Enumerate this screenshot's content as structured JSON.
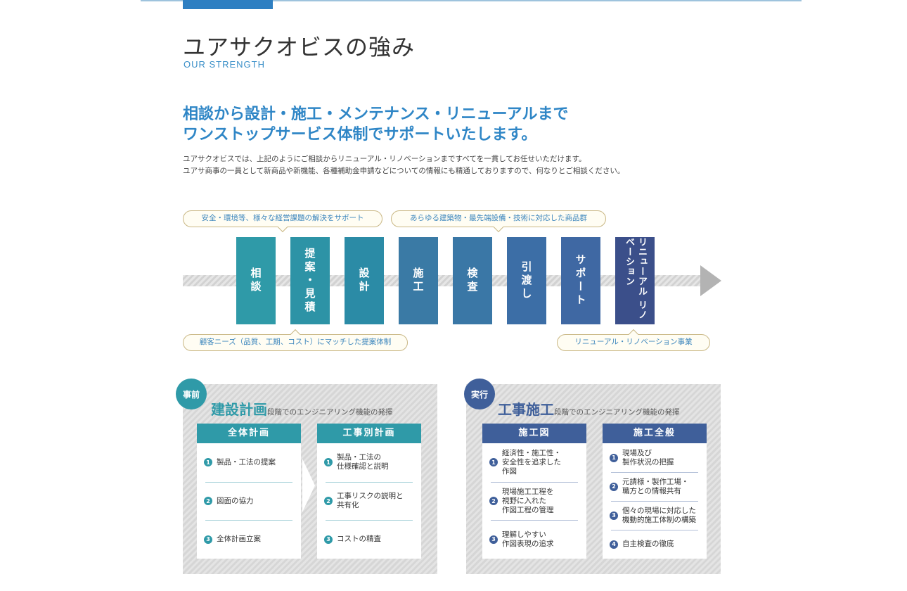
{
  "header": {
    "title": "ユアサクオビスの強み",
    "subtitle": "OUR STRENGTH"
  },
  "headline": {
    "line1": "相談から設計・施工・メンテナンス・リニューアルまで",
    "line2": "ワンストップサービス体制でサポートいたします。"
  },
  "intro": {
    "line1": "ユアサクオビスでは、上記のようにご相談からリニューアル・リノベーションまですべてを一貫してお任せいただけます。",
    "line2": "ユアサ商事の一員として新商品や新機能、各種補助金申請などについての情報にも精通しておりますので、何なりとご相談ください。"
  },
  "callouts": {
    "top_left": "安全・環境等、様々な経営課題の解決をサポート",
    "top_right": "あらゆる建築物・最先端設備・技術に対応した商品群",
    "bottom_left": "顧客ニーズ（品質、工期、コスト）にマッチした提案体制",
    "bottom_right": "リニューアル・リノベーション事業"
  },
  "steps": [
    {
      "label": "相談",
      "color": "#2f9aa8"
    },
    {
      "label": "提案・見積",
      "color": "#2d93a6"
    },
    {
      "label": "設計",
      "color": "#2b8ba6"
    },
    {
      "label": "施工",
      "color": "#3a7aa5"
    },
    {
      "label": "検査",
      "color": "#3a77a6"
    },
    {
      "label": "引渡し",
      "color": "#3c6ea6"
    },
    {
      "label": "サポート",
      "color": "#3f68a3"
    },
    {
      "label": "リニューアル リノベーション",
      "color": "#3b4f8a"
    }
  ],
  "pre_phase": {
    "badge": "事前",
    "title": "建設計画",
    "title_suffix": "段階でのエンジニアリング機能の発揮",
    "cards": [
      {
        "heading": "全体計画",
        "items": [
          "製品・工法の提案",
          "図面の協力",
          "全体計画立案"
        ]
      },
      {
        "heading": "工事別計画",
        "items": [
          "製品・工法の\n仕様確認と説明",
          "工事リスクの説明と\n共有化",
          "コストの精査"
        ]
      }
    ]
  },
  "exec_phase": {
    "badge": "実行",
    "title": "工事施工",
    "title_suffix": "段階でのエンジニアリング機能の発揮",
    "cards": [
      {
        "heading": "施工図",
        "items": [
          "経済性・施工性・\n安全性を追求した\n作図",
          "現場施工工程を\n視野に入れた\n作図工程の管理",
          "理解しやすい\n作図表現の追求"
        ]
      },
      {
        "heading": "施工全般",
        "items": [
          "現場及び\n製作状況の把握",
          "元請様・製作工場・\n職方との情報共有",
          "個々の現場に対応した\n機動的施工体制の構築",
          "自主検査の徹底"
        ]
      }
    ]
  },
  "colors": {
    "accent_blue": "#2f86c6",
    "teal": "#2f9aa8",
    "navy": "#3f5f9a",
    "pill_border": "#c9b784"
  }
}
